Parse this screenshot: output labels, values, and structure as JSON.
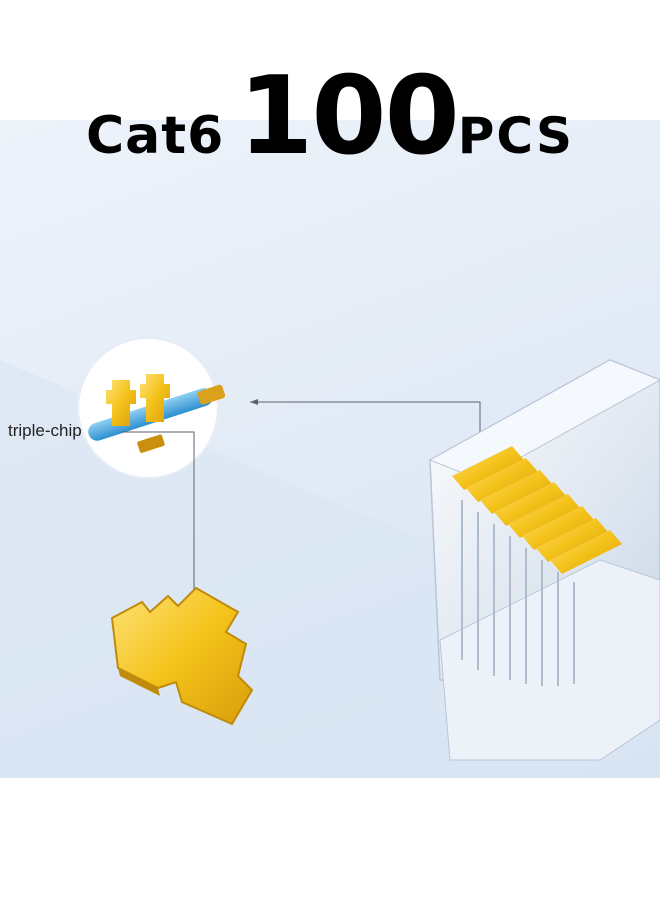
{
  "headline": {
    "category": "Cat6",
    "quantity": "100",
    "unit": "PCS"
  },
  "callout": {
    "label": "triple-chip"
  },
  "colors": {
    "gold_contact": "#f7c61b",
    "background": "#e3ebf6",
    "headline_text": "#000000"
  }
}
